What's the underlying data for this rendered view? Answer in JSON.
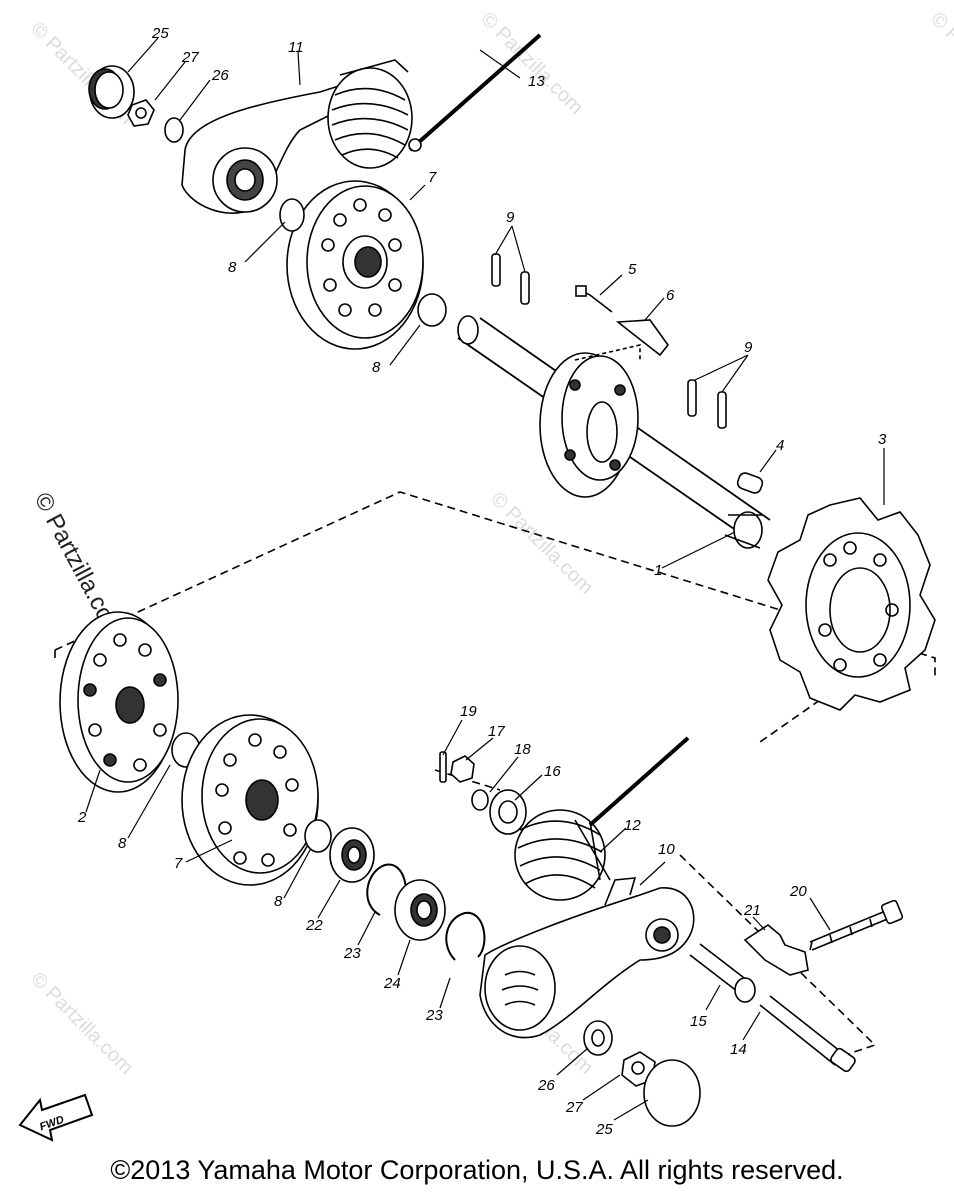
{
  "copyright": "©2013 Yamaha Motor Corporation, U.S.A. All rights reserved.",
  "watermark": "© Partzilla.com",
  "fwd_label": "FWD",
  "labels": {
    "p25a": "25",
    "p27a": "27",
    "p26a": "26",
    "p11": "11",
    "p13": "13",
    "p7a": "7",
    "p8a": "8",
    "p8b": "8",
    "p9a": "9",
    "p5": "5",
    "p6": "6",
    "p9b": "9",
    "p4": "4",
    "p3": "3",
    "p1": "1",
    "p2": "2",
    "p8c": "8",
    "p7b": "7",
    "p8d": "8",
    "p22": "22",
    "p23a": "23",
    "p24": "24",
    "p23b": "23",
    "p19": "19",
    "p17": "17",
    "p18": "18",
    "p16": "16",
    "p12": "12",
    "p10": "10",
    "p20": "20",
    "p21": "21",
    "p15": "15",
    "p14": "14",
    "p26b": "26",
    "p27b": "27",
    "p25b": "25"
  }
}
